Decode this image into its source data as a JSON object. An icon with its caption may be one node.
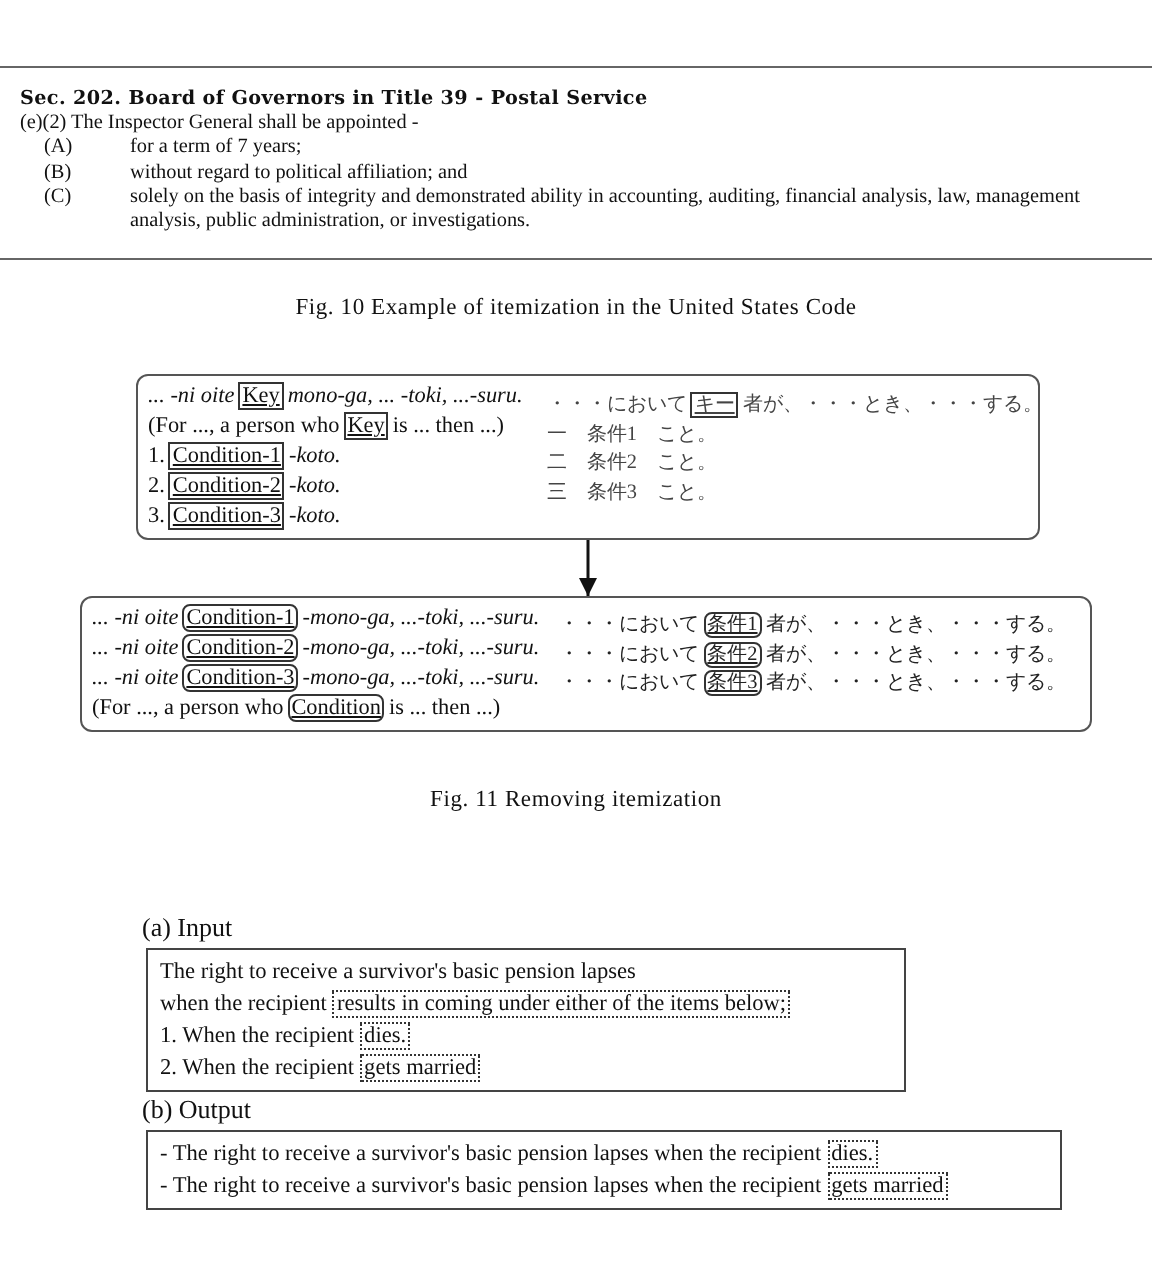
{
  "diagram": {
    "nodes": [
      {
        "text": [
          "... -ni oite",
          "mono-ga, ... -toki, ...-suru.",
          "(For ..., a person who",
          "is ... then ...)",
          "1.",
          "-koto.",
          "2.",
          "-koto.",
          "3.",
          "-koto.",
          "・・・において",
          "者が、・・・とき、・・・する。",
          "一　条件1　こと。",
          "二　条件2　こと。",
          "三　条件3　こと。"
        ]
      },
      {
        "text": [
          "Key"
        ],
        "in": 0
      },
      {
        "text": [
          "Key"
        ],
        "in": 0
      },
      {
        "text": [
          "Condition-1"
        ],
        "in": 0
      },
      {
        "text": [
          "Condition-2"
        ],
        "in": 0
      },
      {
        "text": [
          "Condition-3"
        ],
        "in": 0
      },
      {
        "text": [
          "キー"
        ],
        "in": 0
      },
      {
        "text": [
          "... -ni oite",
          "-mono-ga, ...-toki, ...-suru.",
          "... -ni oite",
          "-mono-ga, ...-toki, ...-suru.",
          "... -ni oite",
          "-mono-ga, ...-toki, ...-suru.",
          "(For ..., a person who",
          "is ... then ...)",
          "・・・において",
          "者が、・・・とき、・・・する。",
          "・・・において",
          "者が、・・・とき、・・・する。",
          "・・・において",
          "者が、・・・とき、・・・する。"
        ]
      },
      {
        "text": [
          "Condition-1"
        ],
        "in": 7
      },
      {
        "text": [
          "Condition-2"
        ],
        "in": 7
      },
      {
        "text": [
          "Condition-3"
        ],
        "in": 7
      },
      {
        "text": [
          "Condition"
        ],
        "in": 7
      },
      {
        "text": [
          "条件1"
        ],
        "in": 7
      },
      {
        "text": [
          "条件2"
        ],
        "in": 7
      },
      {
        "text": [
          "条件3"
        ],
        "in": 7
      },
      {
        "text": [
          "(a) Input",
          "The right to receive a survivor's basic pension lapses",
          "when the recipient",
          "1. When the recipient",
          "2. When the recipient"
        ]
      },
      {
        "text": [
          "results in coming under either of the items below;"
        ],
        "in": 15
      },
      {
        "text": [
          "dies."
        ],
        "in": 15
      },
      {
        "text": [
          "gets married"
        ],
        "in": 15
      },
      {
        "text": [
          "(b) Output",
          "- The right to receive a survivor's basic pension lapses when the recipient",
          "- The right to receive a survivor's basic pension lapses when the recipient"
        ]
      },
      {
        "text": [
          "dies."
        ],
        "in": 19
      },
      {
        "text": [
          "gets married"
        ],
        "in": 19
      }
    ],
    "edges": [
      {
        "from": 0,
        "to": 7,
        "arrow": "to"
      }
    ],
    "labels": [
      "Sec. 202. Board of Governors in Title 39 - Postal Service",
      "(e)(2) The Inspector General shall be appointed -",
      "(A)",
      "for a term of 7 years;",
      "(B)",
      "without regard to political affiliation; and",
      "(C)",
      "solely on the basis of integrity and demonstrated ability in accounting, auditing, financial analysis, law, management analysis, public administration, or investigations.",
      "Fig. 10 Example of itemization in the United States Code",
      "Fig. 11 Removing itemization"
    ]
  }
}
